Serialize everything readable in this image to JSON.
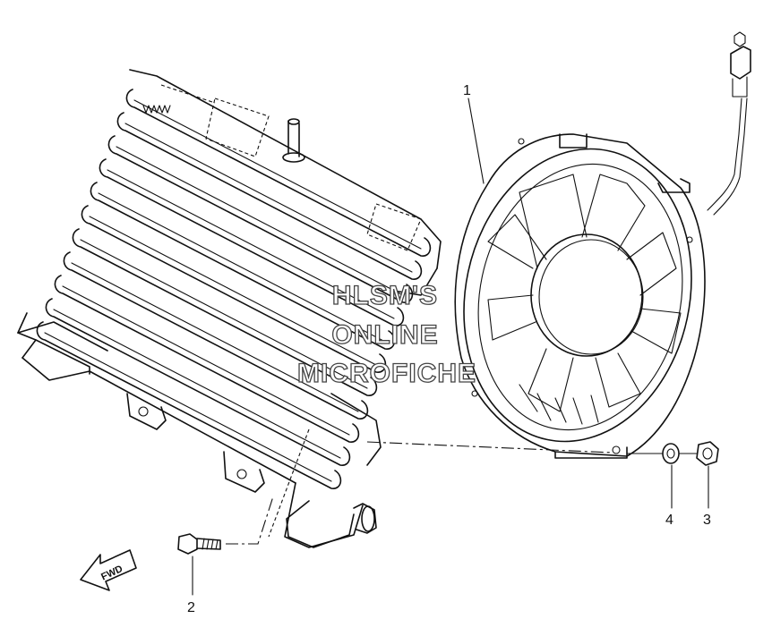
{
  "callouts": [
    {
      "id": "1",
      "label": "1"
    },
    {
      "id": "2",
      "label": "2"
    },
    {
      "id": "3",
      "label": "3"
    },
    {
      "id": "4",
      "label": "4"
    }
  ],
  "watermark": {
    "line1": "HLSM'S",
    "line2": "ONLINE",
    "line3": "MICROFICHE"
  },
  "fwd_label": "FWD"
}
